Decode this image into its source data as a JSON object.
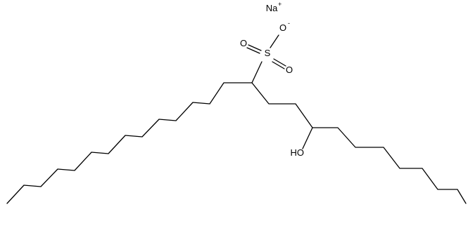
{
  "molecule": {
    "counter_ion": {
      "symbol": "Na",
      "charge": "+"
    },
    "sulfonate": {
      "sulfur": "S",
      "oxygen_top": "O",
      "oxygen_top_charge": "-",
      "oxygen_left": "O",
      "oxygen_right": "O"
    },
    "hydroxyl": "HO"
  }
}
